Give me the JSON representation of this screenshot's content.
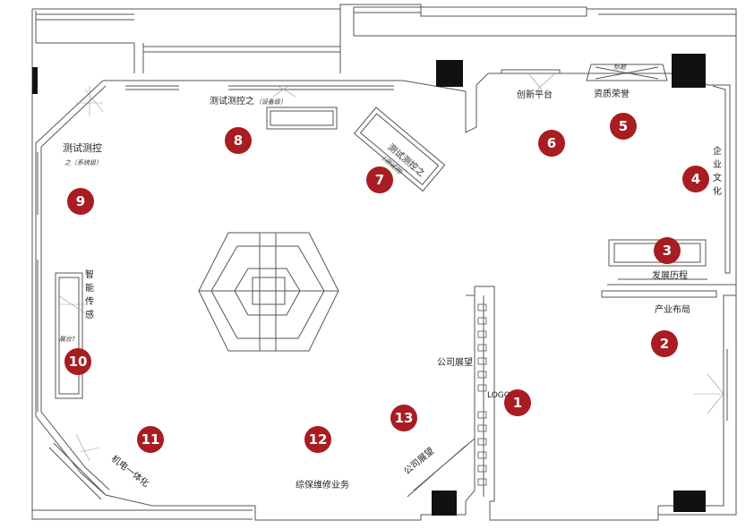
{
  "zones": {
    "z1": {
      "label": "LOGO",
      "number": "1"
    },
    "z2": {
      "label": "产业布局",
      "number": "2"
    },
    "z3": {
      "label": "发展历程",
      "number": "3"
    },
    "z4": {
      "label": [
        "企",
        "业",
        "文",
        "化"
      ],
      "number": "4"
    },
    "z5": {
      "label": "资质荣誉",
      "sublabel": "标题",
      "number": "5"
    },
    "z6": {
      "label": "创新平台",
      "number": "6"
    },
    "z7": {
      "label": "测试测控之",
      "sublabel": "(测试测)",
      "number": "7"
    },
    "z8": {
      "label": "测试测控之",
      "sublabel": "（设备级）",
      "number": "8"
    },
    "z9": {
      "label": "测试测控",
      "sublabel": "之（系统级）",
      "number": "9"
    },
    "z10": {
      "label": [
        "智",
        "能",
        "传",
        "感"
      ],
      "sublabel": "展台?",
      "number": "10"
    },
    "z11": {
      "label": "机电一体化",
      "number": "11"
    },
    "z12": {
      "label": "综保维修业务",
      "number": "12"
    },
    "z13": {
      "label": "公司展望",
      "number": "13"
    },
    "company_display": {
      "label": "公司展望"
    }
  },
  "colors": {
    "marker": "#a81c22",
    "line": "#555555",
    "pillar": "#111111"
  }
}
